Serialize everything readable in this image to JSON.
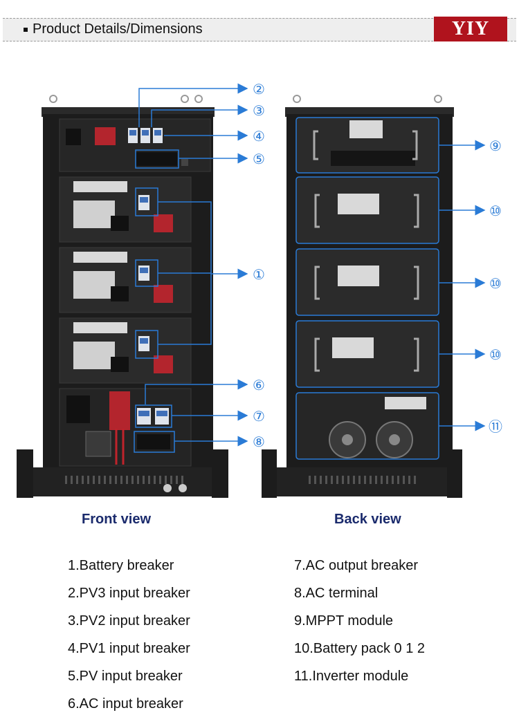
{
  "header": {
    "title": "Product Details/Dimensions",
    "brand": "YIY"
  },
  "front_view": {
    "label": "Front view",
    "callouts": [
      "①",
      "②",
      "③",
      "④",
      "⑤",
      "⑥",
      "⑦",
      "⑧"
    ]
  },
  "back_view": {
    "label": "Back view",
    "callouts": [
      "⑨",
      "⑩",
      "⑩",
      "⑩",
      "⑪"
    ]
  },
  "legend": {
    "left": [
      "1.Battery breaker",
      "2.PV3 input breaker",
      "3.PV2 input breaker",
      "4.PV1 input breaker",
      "5.PV input breaker",
      "6.AC input breaker"
    ],
    "right": [
      "7.AC output breaker",
      "8.AC terminal",
      "9.MPPT module",
      "10.Battery pack 0 1 2",
      "11.Inverter module"
    ]
  },
  "colors": {
    "callout_blue": "#2a7bd6",
    "brand_red": "#b0131d",
    "label_navy": "#1a2a6c"
  }
}
